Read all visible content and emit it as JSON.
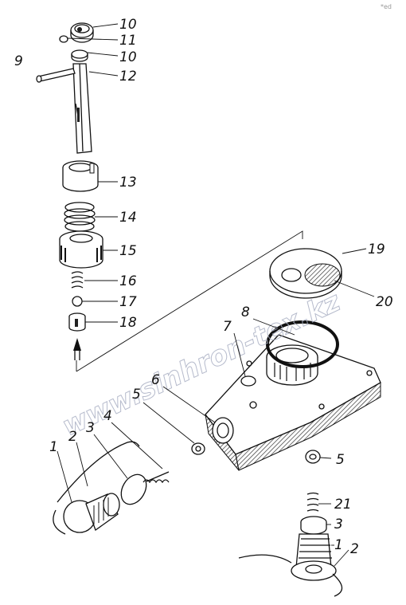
{
  "corner_mark": "*ed",
  "watermark": "www.sinhron-tex.kz",
  "labels": {
    "n10a": "10",
    "n11": "11",
    "n10b": "10",
    "n9": "9",
    "n12": "12",
    "n13": "13",
    "n14": "14",
    "n15": "15",
    "n16": "16",
    "n17": "17",
    "n18": "18",
    "n19": "19",
    "n20": "20",
    "n8": "8",
    "n7": "7",
    "n6": "6",
    "n5a": "5",
    "n5b": "5",
    "n4": "4",
    "n3a": "3",
    "n2a": "2",
    "n1a": "1",
    "n21": "21",
    "n3b": "3",
    "n1b": "1",
    "n2b": "2"
  }
}
